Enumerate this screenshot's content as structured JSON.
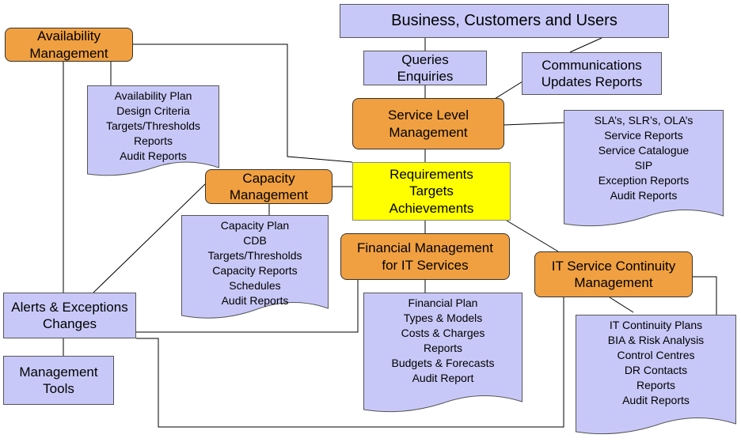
{
  "nodes": {
    "business": "Business, Customers and Users",
    "queries": [
      "Queries",
      "Enquiries"
    ],
    "communications": [
      "Communications",
      "Updates Reports"
    ],
    "slm": [
      "Service Level",
      "Management"
    ],
    "requirements": [
      "Requirements",
      "Targets",
      "Achievements"
    ],
    "availability": [
      "Availability",
      "Management"
    ],
    "capacity": [
      "Capacity",
      "Management"
    ],
    "financial": [
      "Financial Management",
      "for IT Services"
    ],
    "itscm": [
      "IT Service Continuity",
      "Management"
    ],
    "alerts": [
      "Alerts & Exceptions",
      "Changes"
    ],
    "tools": [
      "Management",
      "Tools"
    ]
  },
  "documents": {
    "availability_docs": [
      "Availability Plan",
      "Design Criteria",
      "Targets/Thresholds",
      "Reports",
      "Audit Reports"
    ],
    "slm_docs": [
      "SLA’s, SLR’s, OLA’s",
      "Service Reports",
      "Service Catalogue",
      "SIP",
      "Exception Reports",
      "Audit Reports"
    ],
    "capacity_docs": [
      "Capacity Plan",
      "CDB",
      "Targets/Thresholds",
      "Capacity Reports",
      "Schedules",
      "Audit Reports"
    ],
    "financial_docs": [
      "Financial Plan",
      "Types & Models",
      "Costs & Charges",
      "Reports",
      "Budgets & Forecasts",
      "Audit Report"
    ],
    "itscm_docs": [
      "IT Continuity Plans",
      "BIA & Risk Analysis",
      "Control Centres",
      "DR Contacts",
      "Reports",
      "Audit Reports"
    ]
  },
  "colors": {
    "process": "#f0a040",
    "stakeholder": "#c8c8f8",
    "central": "#ffff00",
    "line": "#000000"
  }
}
